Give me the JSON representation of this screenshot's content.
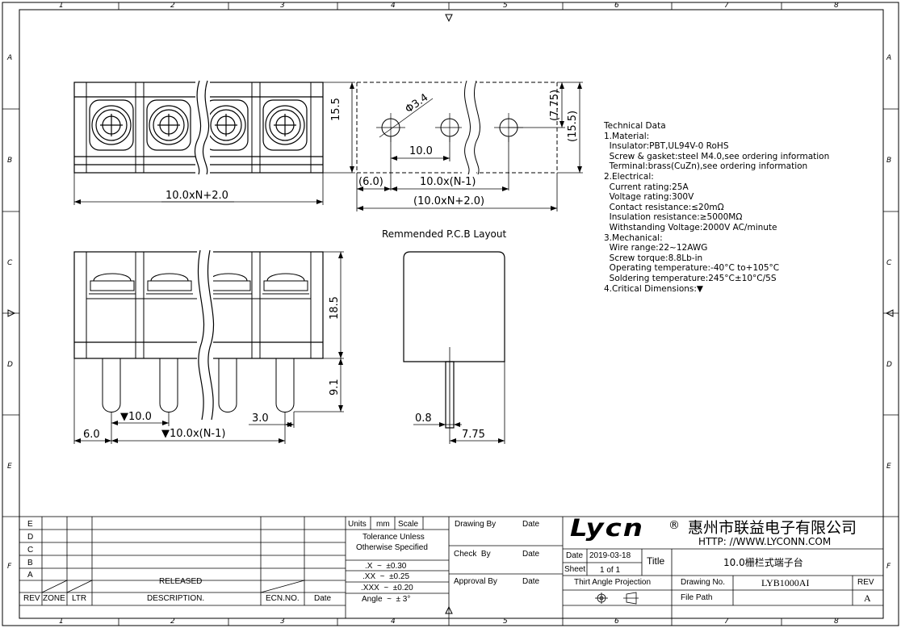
{
  "frame": {
    "columns": [
      "1",
      "2",
      "3",
      "4",
      "5",
      "6",
      "7",
      "8"
    ],
    "rows": [
      "A",
      "B",
      "C",
      "D",
      "E",
      "F"
    ]
  },
  "top_view": {
    "dim_height": "15.5",
    "dim_width": "10.0xN+2.0"
  },
  "pcb_layout": {
    "hole_dia": "Φ3.4",
    "dim_pitch": "10.0",
    "dim_offset": "(6.0)",
    "dim_pitch_n": "10.0x(N-1)",
    "dim_total": "(10.0xN+2.0)",
    "dim_half": "(7.75)",
    "dim_full": "(15.5)",
    "title": "Remmended P.C.B Layout"
  },
  "front_view": {
    "dim_height": "18.5",
    "dim_pin_len": "9.1",
    "dim_pitch": "▼10.0",
    "dim_offset": "6.0",
    "dim_pitch_n": "▼10.0x(N-1)",
    "dim_end": "3.0"
  },
  "side_view": {
    "dim_pin": "0.8",
    "dim_depth": "7.75"
  },
  "technical": {
    "lines": [
      "Technical Data",
      "1.Material:",
      "  Insulator:PBT,UL94V-0 RoHS",
      "  Screw & gasket:steel M4.0,see ordering information",
      "  Terminal:brass(CuZn),see ordering information",
      "2.Electrical:",
      "  Current rating:25A",
      "  Voltage rating:300V",
      "  Contact resistance:≤20mΩ",
      "  Insulation resistance:≥5000MΩ",
      "  Withstanding Voltage:2000V AC/minute",
      "3.Mechanical:",
      "  Wire range:22~12AWG",
      "  Screw torque:8.8Lb-in",
      "  Operating temperature:-40°C to+105°C",
      "  Soldering temperature:245°C±10°C/5S",
      "4.Critical Dimensions:▼"
    ]
  },
  "revision_table": {
    "rows": [
      "E",
      "D",
      "C",
      "B",
      "A"
    ],
    "released": "RELEASED",
    "headers": {
      "rev": "REV",
      "zone": "ZONE",
      "ltr": "LTR",
      "desc": "DESCRIPTION.",
      "ecn": "ECN.NO.",
      "date": "Date"
    }
  },
  "tolerance": {
    "units_label": "Units",
    "units_value": "mm",
    "scale_label": "Scale",
    "note_line1": "Tolerance Unless",
    "note_line2": "Otherwise Specified",
    "x": ".X  ~  ±0.30",
    "xx": ".XX  ~  ±0.25",
    "xxx": ".XXX  ~  ±0.20",
    "angle": "Angle  ~  ± 3°"
  },
  "signatures": {
    "drawing_by": "Drawing By",
    "check_by": "Check  By",
    "approval_by": "Approval By",
    "date": "Date"
  },
  "company": {
    "logo": "Lycn",
    "registered": "®",
    "name": "惠州市联益电子有限公司",
    "url": "HTTP: //WWW.LYCONN.COM"
  },
  "drawing": {
    "date_label": "Date",
    "date_value": "2019-03-18",
    "sheet_label": "Sheet",
    "sheet_value": "1 of 1",
    "title_label": "Title",
    "title_value": "10.0栅栏式端子台",
    "projection": "Thirt Angle Projection",
    "drawing_no_label": "Drawing No.",
    "drawing_no_value": "LYB1000AI",
    "rev_label": "REV",
    "rev_value": "A",
    "file_path_label": "File Path"
  }
}
